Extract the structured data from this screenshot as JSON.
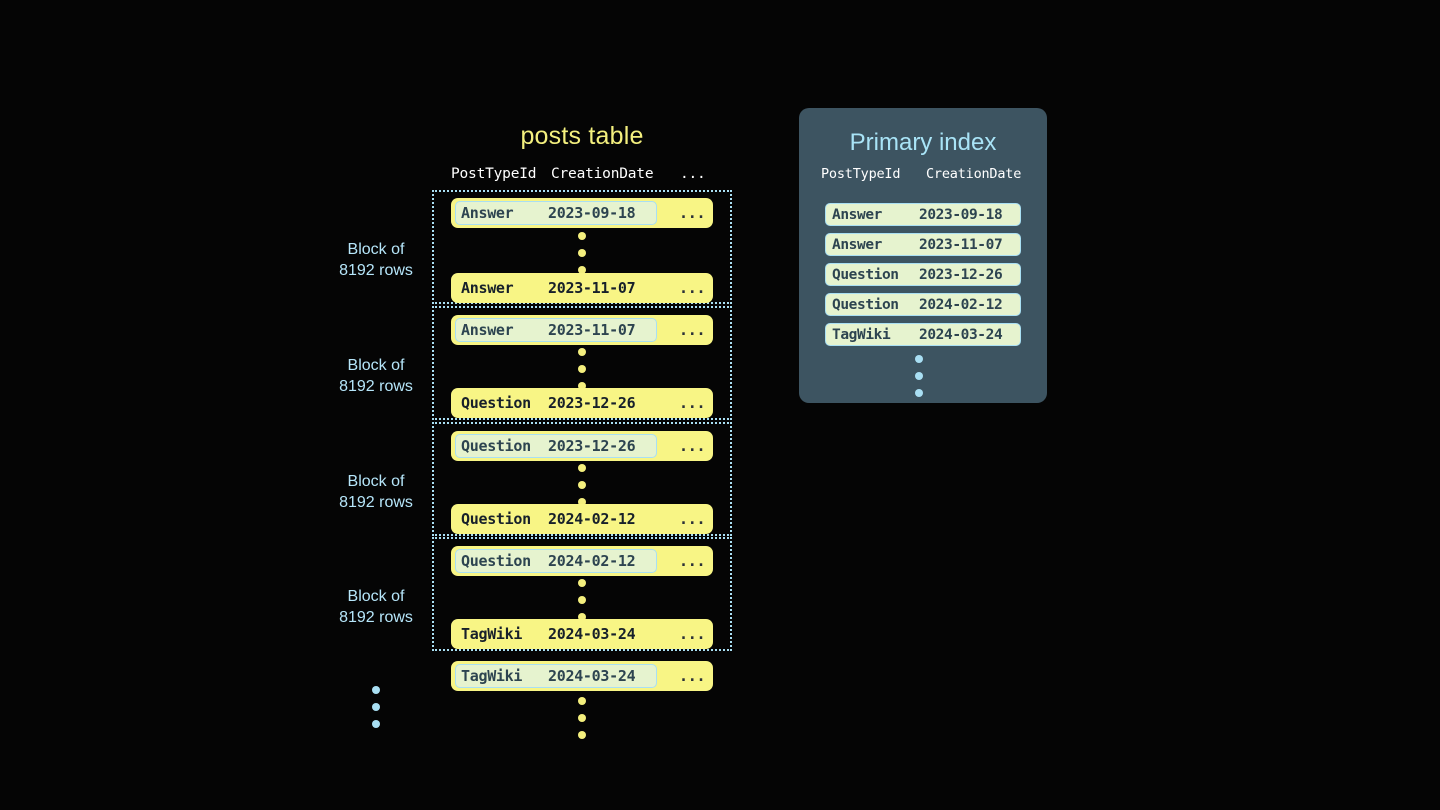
{
  "posts_table": {
    "title": "posts table",
    "columns": {
      "post_type_id": "PostTypeId",
      "creation_date": "CreationDate",
      "more": "..."
    },
    "block_label_line1": "Block of",
    "block_label_line2": "8192 rows",
    "blocks": [
      {
        "label_line1": "Block of",
        "label_line2": "8192 rows",
        "first_row": {
          "post_type_id": "Answer",
          "creation_date": "2023-09-18",
          "more": "...",
          "highlighted": true
        },
        "last_row": {
          "post_type_id": "Answer",
          "creation_date": "2023-11-07",
          "more": "...",
          "highlighted": false
        }
      },
      {
        "label_line1": "Block of",
        "label_line2": "8192 rows",
        "first_row": {
          "post_type_id": "Answer",
          "creation_date": "2023-11-07",
          "more": "...",
          "highlighted": true
        },
        "last_row": {
          "post_type_id": "Question",
          "creation_date": "2023-12-26",
          "more": "...",
          "highlighted": false
        }
      },
      {
        "label_line1": "Block of",
        "label_line2": "8192 rows",
        "first_row": {
          "post_type_id": "Question",
          "creation_date": "2023-12-26",
          "more": "...",
          "highlighted": true
        },
        "last_row": {
          "post_type_id": "Question",
          "creation_date": "2024-02-12",
          "more": "...",
          "highlighted": false
        }
      },
      {
        "label_line1": "Block of",
        "label_line2": "8192 rows",
        "first_row": {
          "post_type_id": "Question",
          "creation_date": "2024-02-12",
          "more": "...",
          "highlighted": true
        },
        "last_row": {
          "post_type_id": "TagWiki",
          "creation_date": "2024-03-24",
          "more": "...",
          "highlighted": false
        }
      }
    ],
    "trailing_row": {
      "post_type_id": "TagWiki",
      "creation_date": "2024-03-24",
      "more": "...",
      "highlighted": true
    }
  },
  "primary_index": {
    "title": "Primary index",
    "columns": {
      "post_type_id": "PostTypeId",
      "creation_date": "CreationDate"
    },
    "rows": [
      {
        "post_type_id": "Answer",
        "creation_date": "2023-09-18"
      },
      {
        "post_type_id": "Answer",
        "creation_date": "2023-11-07"
      },
      {
        "post_type_id": "Question",
        "creation_date": "2023-12-26"
      },
      {
        "post_type_id": "Question",
        "creation_date": "2024-02-12"
      },
      {
        "post_type_id": "TagWiki",
        "creation_date": "2024-03-24"
      }
    ]
  },
  "colors": {
    "background": "#050505",
    "row_yellow": "#f8f585",
    "key_mint": "#e6f3cf",
    "accent_blue": "#a9dff3",
    "panel_slate": "#3d5461",
    "title_yellow": "#f4f07e",
    "dot_yellow": "#f4ef7d"
  }
}
